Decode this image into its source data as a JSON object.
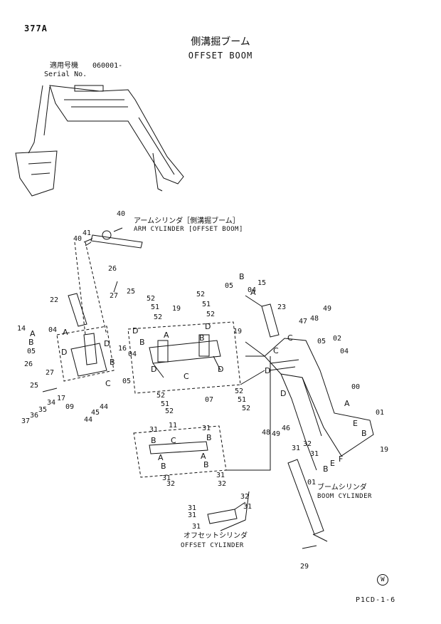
{
  "header": {
    "page_code": "377A",
    "title_jp": "側溝掘ブーム",
    "title_en": "OFFSET BOOM",
    "serial_label_jp": "適用号機",
    "serial_value": "060001-",
    "serial_label_en": "Serial No."
  },
  "callouts": {
    "arm_cylinder_jp": "アームシリンダ［側溝掘ブーム］",
    "arm_cylinder_en": "ARM CYLINDER [OFFSET BOOM]",
    "boom_cylinder_jp": "ブームシリンダ",
    "boom_cylinder_en": "BOOM CYLINDER",
    "offset_cylinder_jp": "オフセットシリンダ",
    "offset_cylinder_en": "OFFSET CYLINDER"
  },
  "part_numbers": [
    "40",
    "41",
    "40",
    "26",
    "25",
    "27",
    "22",
    "14",
    "04",
    "05",
    "26",
    "27",
    "25",
    "34",
    "35",
    "36",
    "37",
    "17",
    "09",
    "44",
    "45",
    "44",
    "16",
    "04",
    "05",
    "52",
    "51",
    "52",
    "52",
    "51",
    "52",
    "19",
    "19",
    "52",
    "51",
    "52",
    "52",
    "51",
    "52",
    "07",
    "11",
    "31",
    "31",
    "31",
    "31",
    "32",
    "32",
    "32",
    "31",
    "31",
    "31",
    "31",
    "05",
    "04",
    "15",
    "23",
    "47",
    "48",
    "49",
    "05",
    "02",
    "04",
    "00",
    "01",
    "19",
    "48",
    "49",
    "46",
    "31",
    "32",
    "31",
    "01",
    "29"
  ],
  "letters": [
    "A",
    "B",
    "C",
    "D",
    "E",
    "F"
  ],
  "footer": {
    "drawing_code": "P1CD-1-6",
    "watermark": "W"
  }
}
